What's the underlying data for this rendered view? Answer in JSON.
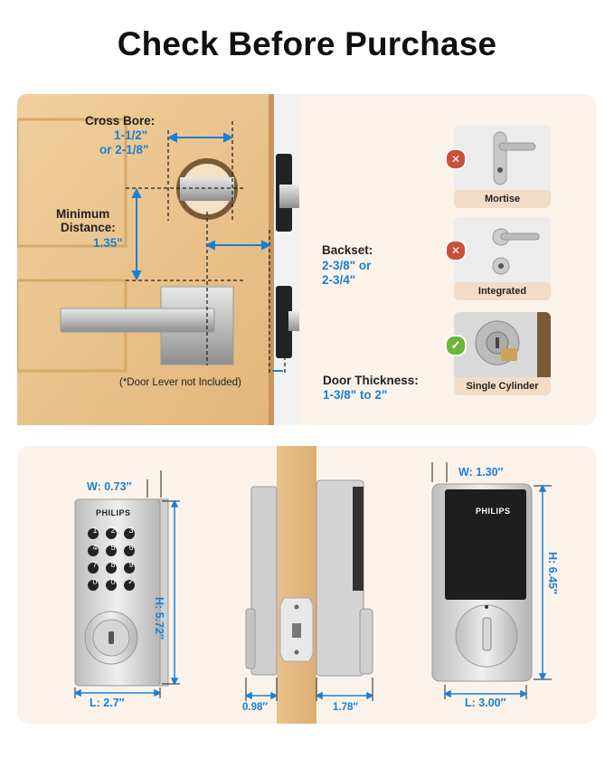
{
  "title": "Check Before Purchase",
  "top_panel": {
    "cross_bore": {
      "label": "Cross Bore:",
      "line1": "1-1/2\"",
      "line2": "or 2-1/8\""
    },
    "min_distance": {
      "label1": "Minimum",
      "label2": "Distance:",
      "value": "1.35\""
    },
    "backset": {
      "label": "Backset:",
      "line1": "2-3/8\" or",
      "line2": "2-3/4\""
    },
    "door_thickness": {
      "label": "Door Thickness:",
      "value": "1-3/8\" to 2\""
    },
    "note": "(*Door Lever not Included)",
    "door_types": [
      {
        "name": "Mortise",
        "status": "incompatible",
        "mark": "✕"
      },
      {
        "name": "Integrated",
        "status": "incompatible",
        "mark": "✕"
      },
      {
        "name": "Single Cylinder",
        "status": "compatible",
        "mark": "✓"
      }
    ]
  },
  "bottom_panel": {
    "keypad_lock": {
      "brand": "PHILIPS",
      "width": "W: 0.73′′",
      "height": "H: 5.72′′",
      "length": "L: 2.7′′",
      "keys": [
        "1",
        "2",
        "3",
        "4",
        "5",
        "6",
        "7",
        "8",
        "9",
        "0",
        "0",
        "✓"
      ]
    },
    "side_view": {
      "depth1": "0.98′′",
      "depth2": "1.78′′"
    },
    "touch_lock": {
      "brand": "PHILIPS",
      "width": "W: 1.30′′",
      "height": "H: 6.45′′",
      "length": "L: 3.00′′"
    }
  },
  "colors": {
    "accent_blue": "#1a7fd6",
    "panel": "#fbf2ea",
    "wood": "#e9c48f",
    "chip": "#f2dcc6",
    "bad": "#c9503a",
    "good": "#6cb53a"
  }
}
